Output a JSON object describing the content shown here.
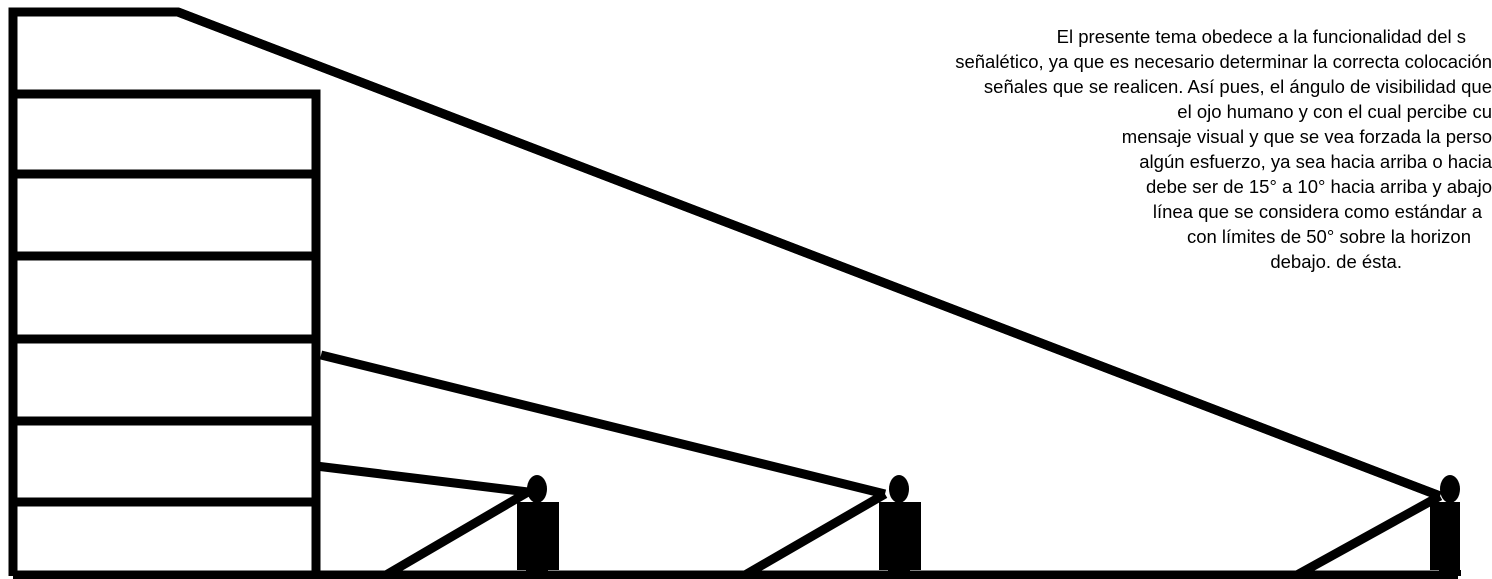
{
  "paragraph": {
    "lines": [
      "El presente tema obedece a la funcionalidad del s",
      "señalético, ya que es necesario determinar la correcta colocación",
      "señales que se realicen. Así pues, el ángulo de visibilidad que",
      "el ojo   humano y con el cual percibe cu",
      "mensaje visual y que se vea forzada la perso",
      "algún esfuerzo, ya sea hacia arriba o hacia",
      "debe ser de 15° a 10° hacia arriba y abajo",
      "línea que se considera como estándar a",
      "con límites de 50° sobre la horizon",
      "debajo. de ésta."
    ]
  },
  "colors": {
    "ink": "#000000",
    "background": "#ffffff"
  },
  "icons": {
    "person": "person-silhouette-icon"
  }
}
